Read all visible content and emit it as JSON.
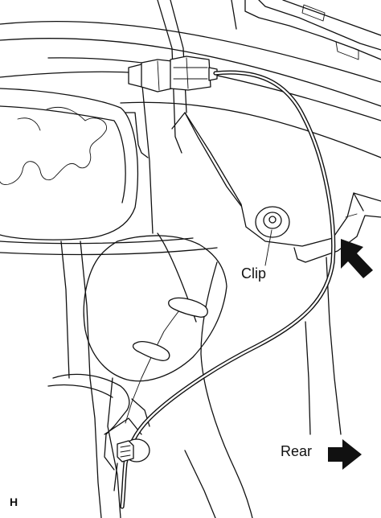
{
  "diagram": {
    "labels": {
      "clip": "Clip",
      "rear": "Rear",
      "figure_code": "H"
    },
    "icons": {
      "pointer_arrow": "solid-arrow-pointing-up-left",
      "direction_arrow": "solid-arrow-pointing-right"
    }
  }
}
